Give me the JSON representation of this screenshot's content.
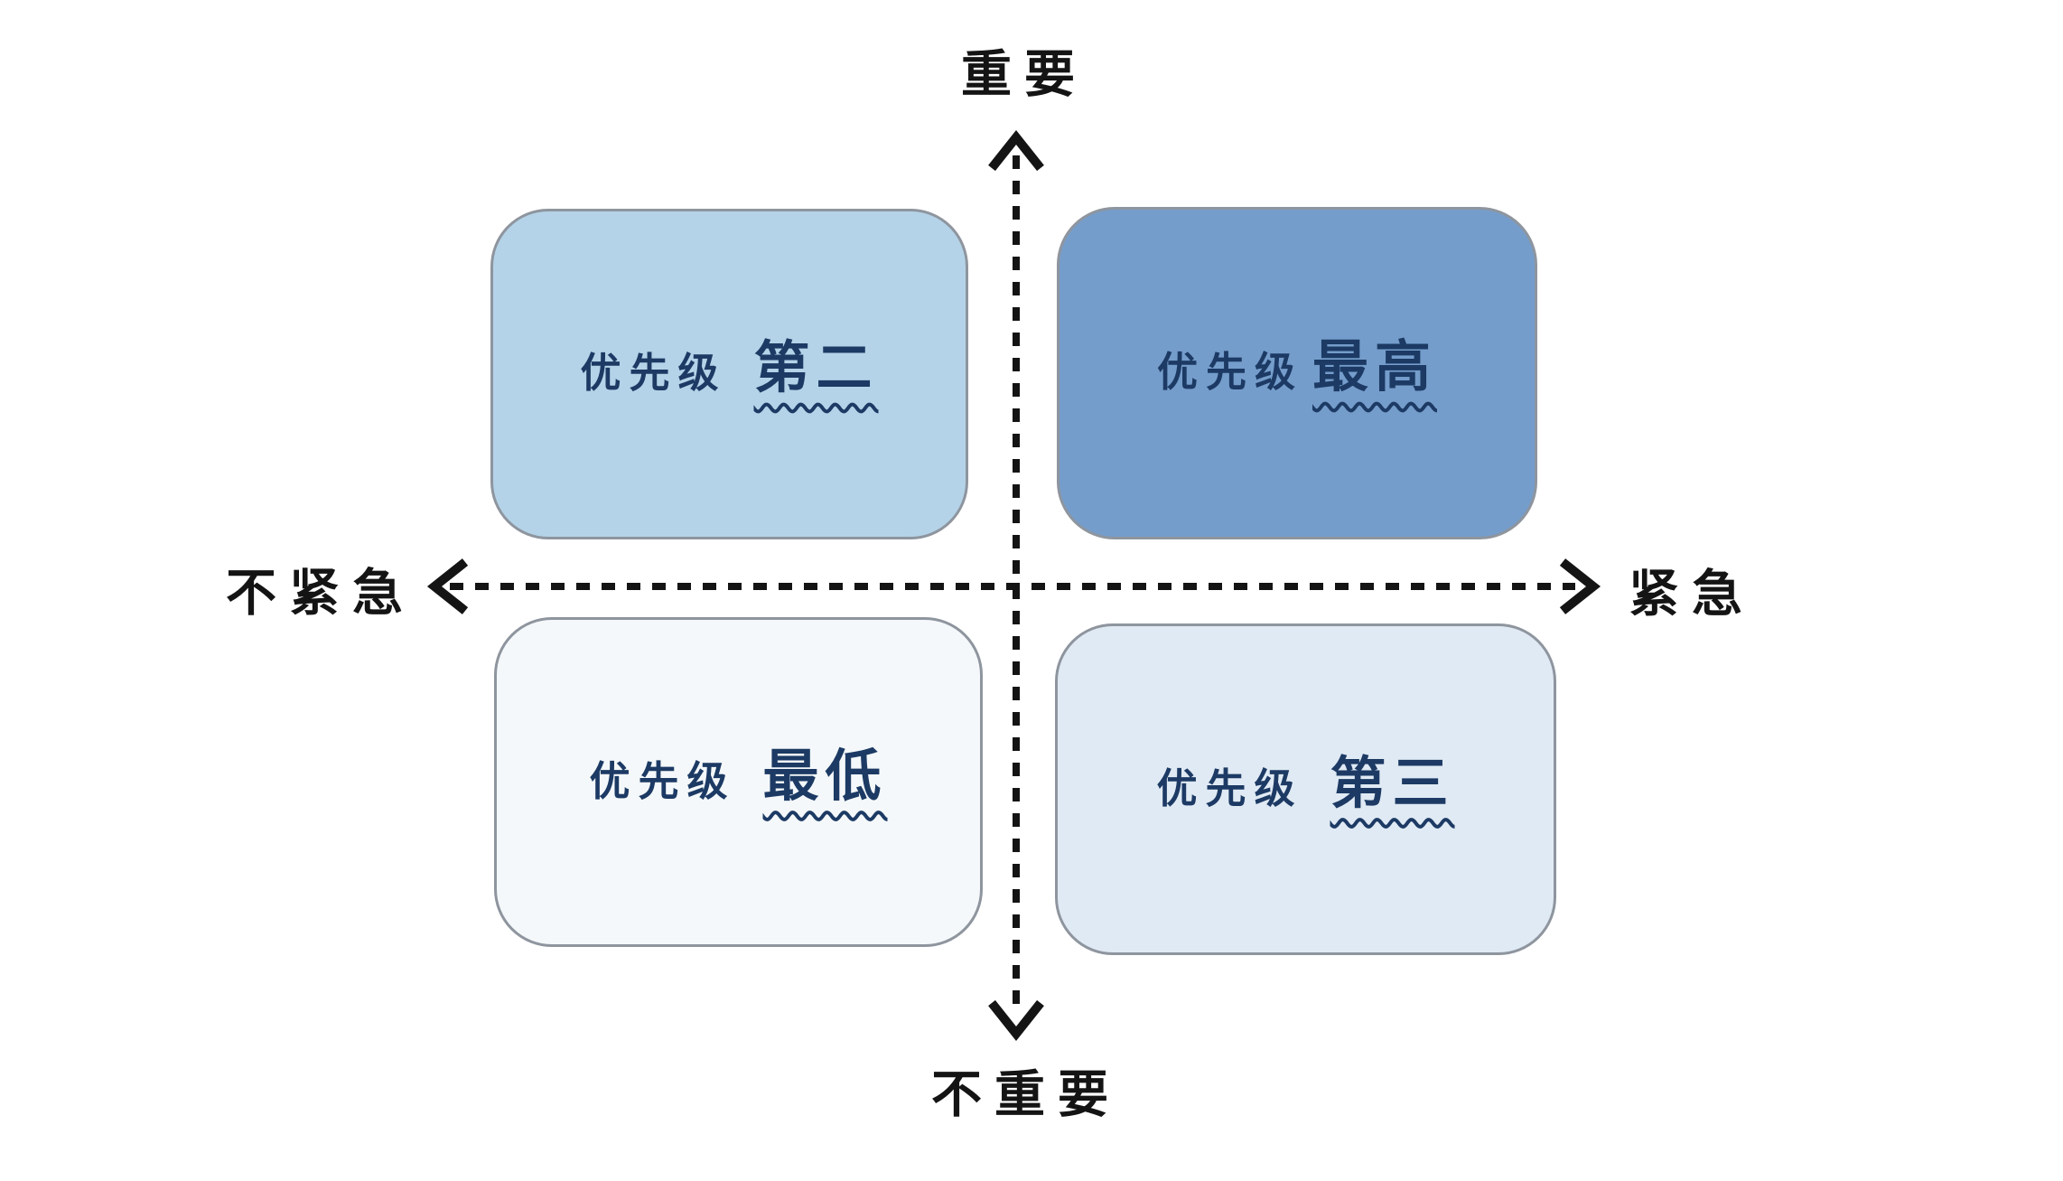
{
  "diagram": {
    "type": "eisenhower-priority-matrix",
    "axes": {
      "top_label": "重要",
      "bottom_label": "不重要",
      "left_label": "不紧急",
      "right_label": "紧急",
      "line_color": "#141414",
      "label_color": "#141414"
    },
    "quadrants": [
      {
        "position": "top-left",
        "prefix": "优先级",
        "level": "第二",
        "fill": "#b4d3e8",
        "text_color": "#1c3a64"
      },
      {
        "position": "top-right",
        "prefix": "优先级",
        "level": "最高",
        "fill": "#759dcb",
        "text_color": "#1c3a64"
      },
      {
        "position": "bottom-left",
        "prefix": "优先级",
        "level": "最低",
        "fill": "#f4f8fa",
        "text_color": "#1c3a64"
      },
      {
        "position": "bottom-right",
        "prefix": "优先级",
        "level": "第三",
        "fill": "#e0eaf4",
        "text_color": "#1c3a64"
      }
    ],
    "box_border_color": "#8e959e"
  }
}
